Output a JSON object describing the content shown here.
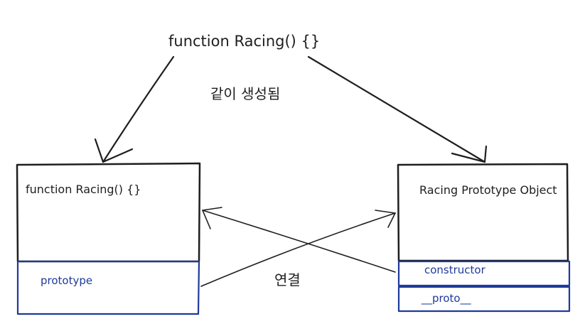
{
  "diagram": {
    "title": "function Racing() {}",
    "subtitle": "같이 생성됨",
    "link_label": "연결",
    "left_box": {
      "label": "function Racing() {}",
      "slot_label": "prototype"
    },
    "right_box": {
      "label": "Racing Prototype Object",
      "slot_labels": [
        "constructor",
        "__proto__"
      ]
    }
  },
  "colors": {
    "stroke": "#1e1e1e",
    "slot_border": "#1e3a9a",
    "slot_text": "#1e3a9a",
    "background": "#ffffff"
  }
}
